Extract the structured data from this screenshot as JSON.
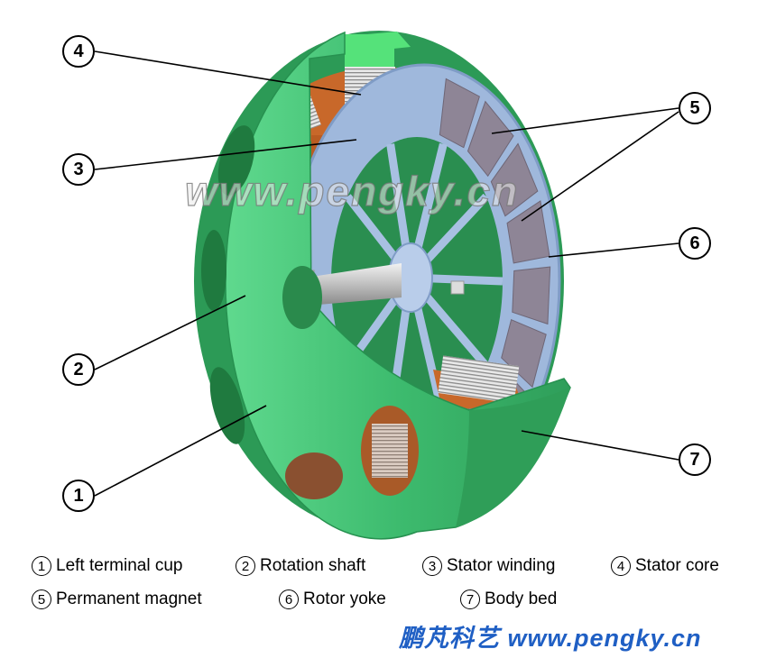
{
  "watermark": "www.pengky.cn",
  "callouts": [
    "1",
    "2",
    "3",
    "4",
    "5",
    "6",
    "7"
  ],
  "legend": [
    {
      "num": "1",
      "label": "Left terminal cup"
    },
    {
      "num": "2",
      "label": "Rotation shaft"
    },
    {
      "num": "3",
      "label": "Stator winding"
    },
    {
      "num": "4",
      "label": "Stator core"
    },
    {
      "num": "5",
      "label": "Permanent magnet"
    },
    {
      "num": "6",
      "label": "Rotor yoke"
    },
    {
      "num": "7",
      "label": "Body bed"
    }
  ],
  "brand": "鹏芃科艺 www.pengky.cn",
  "colors": {
    "cup": "#3dbb6e",
    "rotor": "#9fb8dc",
    "magnet": "#8e8596",
    "winding": "#c8682a",
    "brand": "#1f5fc4"
  }
}
